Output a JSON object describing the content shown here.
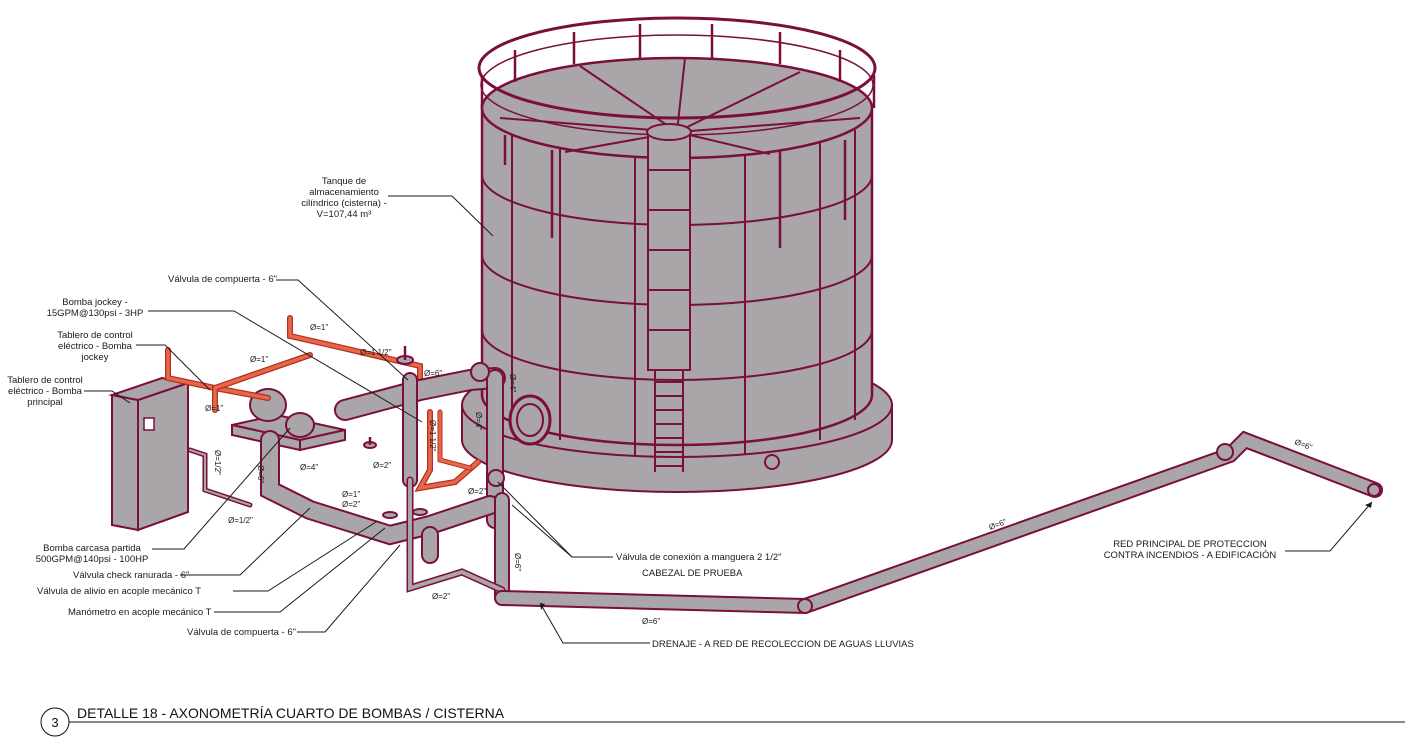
{
  "drawing": {
    "detail_number": "3",
    "title": "DETALLE 18 - AXONOMETRÍA CUARTO DE BOMBAS / CISTERNA"
  },
  "labels": {
    "tank": [
      "Tanque de",
      "almacenamiento",
      "cilíndrico (cisterna) -",
      "V=107,44 m³"
    ],
    "gate_valve_top": "Válvula de compuerta - 6\"",
    "jockey_pump": [
      "Bomba jockey -",
      "15GPM@130psi - 3HP"
    ],
    "jockey_panel": [
      "Tablero de control",
      "eléctrico - Bomba",
      "jockey"
    ],
    "main_panel": [
      "Tablero de control",
      "eléctrico - Bomba",
      "principal"
    ],
    "main_pump": [
      "Bomba carcasa partida",
      "500GPM@140psi - 100HP"
    ],
    "check_valve": "Válvula check ranurada - 6\"",
    "relief_valve": "Válvula de alivio en acople mecánico T",
    "manometer": "Manómetro en acople mecánico T",
    "gate_valve_bottom": "Válvula de compuerta - 6\"",
    "hose_valve": "Válvula de conexión a manguera 2 1/2\"",
    "test_header": "CABEZAL DE PRUEBA",
    "drain": "DRENAJE - A RED DE RECOLECCION DE AGUAS LLUVIAS",
    "main_network": [
      "RED PRINCIPAL DE PROTECCION",
      "CONTRA INCENDIOS - A EDIFICACIÓN"
    ]
  },
  "dimensions": {
    "d1_a": "Ø=1\"",
    "d1_b": "Ø=1\"",
    "d1_c": "Ø=1\"",
    "d1_d": "Ø=1\"",
    "d112_a": "Ø=1 1/2\"",
    "d112_b": "Ø=1 1/2\"",
    "d6_a": "Ø=6\"",
    "d6_b": "Ø=6\"",
    "d6_c": "Ø=6\"",
    "d6_d": "Ø=6\"",
    "d6_e": "Ø=6\"",
    "d6_f": "Ø=6\"",
    "d4_a": "Ø=4\"",
    "d4_b": "Ø=4\"",
    "d4_c": "Ø=4\"",
    "d2_a": "Ø=2\"",
    "d2_b": "Ø=2\"",
    "d2_c": "Ø=2\"",
    "d2_d": "Ø=2\"",
    "d12_a": "Ø=1/2\"",
    "d12_b": "Ø=1/2\""
  },
  "colors": {
    "outline": "#7a0e3c",
    "body_gray": "#a9a5a8",
    "red_piping": "#e8674a",
    "text": "#1a1a1a"
  }
}
